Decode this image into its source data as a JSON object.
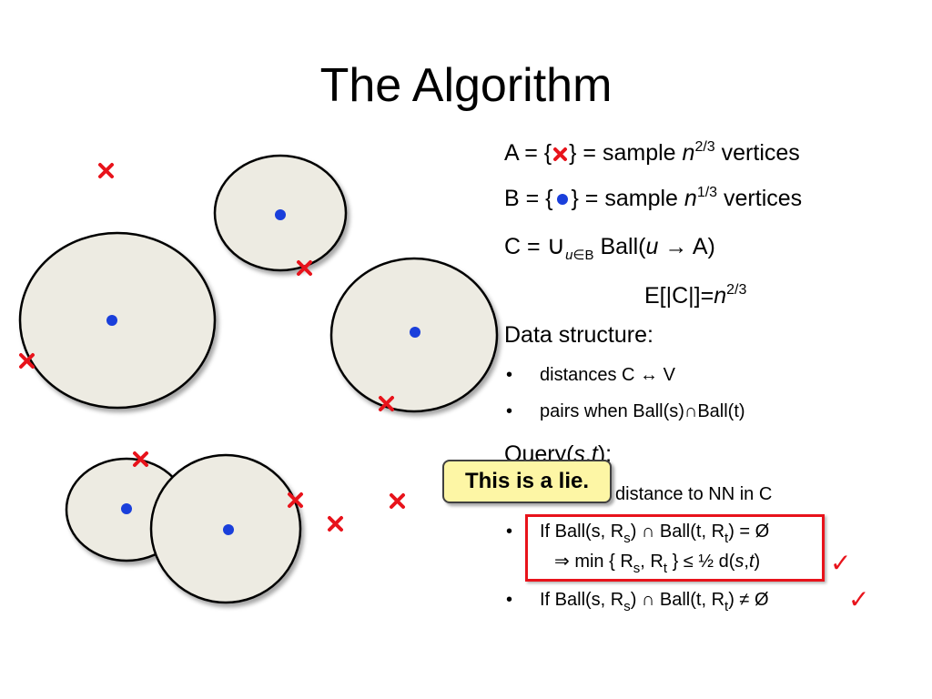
{
  "slide": {
    "title": "The Algorithm"
  },
  "colors": {
    "ball_fill": "#edebe2",
    "ball_stroke": "#000000",
    "center_dot": "#1a3fdb",
    "cross": "#e8131b",
    "lie_box_fill": "#fdf6a5",
    "highlight_border": "#e8131b"
  },
  "icons": {
    "red_cross": "cross-icon",
    "blue_dot": "dot-icon",
    "check": "checkmark-icon"
  },
  "definitions": {
    "a_prefix": "A = {",
    "a_suffix": "} = sample",
    "a_var": "n",
    "a_exp": "2/3",
    "a_tail": "vertices",
    "b_prefix": "B = {",
    "b_suffix": "} = sample",
    "b_var": "n",
    "b_exp": "1/3",
    "b_tail": "vertices",
    "c_prefix": "C =",
    "c_union": "∪",
    "c_sub_var": "u",
    "c_sub_rest": "∈B",
    "c_ball": "Ball(",
    "c_var": "u",
    "c_end": "→ A)",
    "expect_prefix": "E[|C|]=",
    "expect_var": "n",
    "expect_exp": "2/3"
  },
  "data_structure": {
    "heading": "Data structure:",
    "items": [
      "distances C ↔ V",
      "pairs when Ball(s)∩Ball(t)"
    ]
  },
  "query": {
    "heading_prefix": "Query(",
    "heading_s": "s",
    "heading_sep": ",",
    "heading_t": "t",
    "heading_end": "):",
    "item1_tail": "distance to NN in C",
    "item2_line1_a": "If Ball(s, R",
    "item2_line1_sub_s": "s",
    "item2_line1_b": ") ∩ Ball(t, R",
    "item2_line1_sub_t": "t",
    "item2_line1_c": ") = Ø",
    "item2_line2_a": "⇒ min { R",
    "item2_line2_sub_s": "s",
    "item2_line2_b": ", R",
    "item2_line2_sub_t": "t",
    "item2_line2_c": "} ≤ ½ d(",
    "item2_line2_s": "s",
    "item2_line2_comma": ",",
    "item2_line2_t": "t",
    "item2_line2_end": ")",
    "item3_a": "If Ball(s, R",
    "item3_sub_s": "s",
    "item3_b": ") ∩ Ball(t, R",
    "item3_sub_t": "t",
    "item3_c": ") ≠ Ø"
  },
  "bullet_char": "•",
  "check_char": "✓",
  "callout": {
    "text": "This is a lie."
  }
}
